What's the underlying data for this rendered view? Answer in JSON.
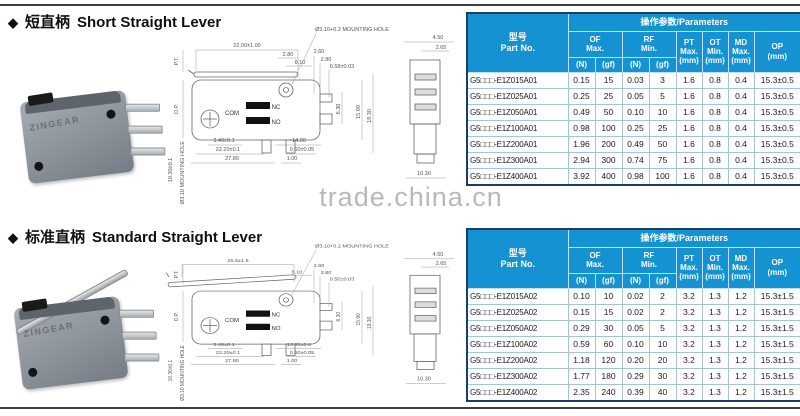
{
  "page": {
    "watermark": "trade.china.cn"
  },
  "colors": {
    "table_header_bg": "#1592d2",
    "table_border": "#1c3e64"
  },
  "table_header": {
    "part_no": "型号\nPart No.",
    "parameters": "操作参数/Parameters",
    "of": "OF\nMax.",
    "rf": "RF\nMin.",
    "pt": "PT\nMax.\n(mm)",
    "ot": "OT\nMin.\n(mm)",
    "md": "MD\nMax.\n(mm)",
    "op": "OP\n(mm)",
    "n1": "(N)",
    "gf1": "(gf)",
    "n2": "(N)",
    "gf2": "(gf)"
  },
  "side_view": {
    "d1": "4.50",
    "d2": "2.65",
    "d3": "10.30"
  },
  "sections": [
    {
      "bullet": "◆",
      "title_cn": "短直柄",
      "title_en": "Short Straight Lever",
      "photo_brand": "ZINGEAR",
      "drawing": {
        "top1": "22.00±1.00",
        "top2": "2.80",
        "top3": "8.10",
        "mounting": "Ø3.10+0.2 MOUNTING HOLE",
        "r1": "2.60",
        "r2": "2.80",
        "r3": "0.58±0.03",
        "v1": "15.90",
        "v2": "19.30",
        "v3": "6.30",
        "com": "COM",
        "nc": "NC",
        "no": "NO",
        "b1": "3.48±0.1",
        "b2": "22.20±0.1",
        "b3": "27.80",
        "b4": "14.00",
        "b5": "0.50±0.05",
        "b6": "1.00",
        "pt": "P.T.",
        "op": "O.P.",
        "lv1": "10.30±0.1",
        "lv2": "Ø3.10 MOUNTING HOLE"
      },
      "rows": [
        [
          "G5□□□-E1Z015A01",
          "0.15",
          "15",
          "0.03",
          "3",
          "1.6",
          "0.8",
          "0.4",
          "15.3±0.5"
        ],
        [
          "G5□□□-E1Z025A01",
          "0.25",
          "25",
          "0.05",
          "5",
          "1.6",
          "0.8",
          "0.4",
          "15.3±0.5"
        ],
        [
          "G5□□□-E1Z050A01",
          "0.49",
          "50",
          "0.10",
          "10",
          "1.6",
          "0.8",
          "0.4",
          "15.3±0.5"
        ],
        [
          "G5□□□-E1Z100A01",
          "0.98",
          "100",
          "0.25",
          "25",
          "1.6",
          "0.8",
          "0.4",
          "15.3±0.5"
        ],
        [
          "G5□□□-E1Z200A01",
          "1.96",
          "200",
          "0.49",
          "50",
          "1.6",
          "0.8",
          "0.4",
          "15.3±0.5"
        ],
        [
          "G5□□□-E1Z300A01",
          "2.94",
          "300",
          "0.74",
          "75",
          "1.6",
          "0.8",
          "0.4",
          "15.3±0.5"
        ],
        [
          "G5□□□-E1Z400A01",
          "3.92",
          "400",
          "0.98",
          "100",
          "1.6",
          "0.8",
          "0.4",
          "15.3±0.5"
        ]
      ]
    },
    {
      "bullet": "◆",
      "title_cn": "标准直柄",
      "title_en": "Standard Straight Lever",
      "photo_brand": "ZINGEAR",
      "drawing": {
        "top1": "25.6±1.5",
        "top3": "8.10",
        "mounting": "Ø3.10+0.2 MOUNTING HOLE",
        "r1": "2.60",
        "r2": "2.80",
        "r3": "0.50±0.03",
        "v1": "15.90",
        "v2": "19.30",
        "v3": "6.30",
        "com": "COM",
        "nc": "NC",
        "no": "NO",
        "b1": "3.48±0.1",
        "b2": "22.20±0.1",
        "b3": "27.80",
        "b4": "14.00±0.8",
        "b5": "0.50±0.05",
        "b6": "1.00",
        "pt": "P.T.",
        "op": "O.P.",
        "lv1": "10.30±0.1",
        "lv2": "Ø3.10 MOUNTING HOLE"
      },
      "rows": [
        [
          "G5□□□-E1Z015A02",
          "0.10",
          "10",
          "0.02",
          "2",
          "3.2",
          "1.3",
          "1.2",
          "15.3±1.5"
        ],
        [
          "G5□□□-E1Z025A02",
          "0.15",
          "15",
          "0.02",
          "2",
          "3.2",
          "1.3",
          "1.2",
          "15.3±1.5"
        ],
        [
          "G5□□□-E1Z050A02",
          "0.29",
          "30",
          "0.05",
          "5",
          "3.2",
          "1.3",
          "1.2",
          "15.3±1.5"
        ],
        [
          "G5□□□-E1Z100A02",
          "0.59",
          "60",
          "0.10",
          "10",
          "3.2",
          "1.3",
          "1.2",
          "15.3±1.5"
        ],
        [
          "G5□□□-E1Z200A02",
          "1.18",
          "120",
          "0.20",
          "20",
          "3.2",
          "1.3",
          "1.2",
          "15.3±1.5"
        ],
        [
          "G5□□□-E1Z300A02",
          "1.77",
          "180",
          "0.29",
          "30",
          "3.2",
          "1.3",
          "1.2",
          "15.3±1.5"
        ],
        [
          "G5□□□-E1Z400A02",
          "2.35",
          "240",
          "0.39",
          "40",
          "3.2",
          "1.3",
          "1.2",
          "15.3±1.5"
        ]
      ]
    }
  ]
}
